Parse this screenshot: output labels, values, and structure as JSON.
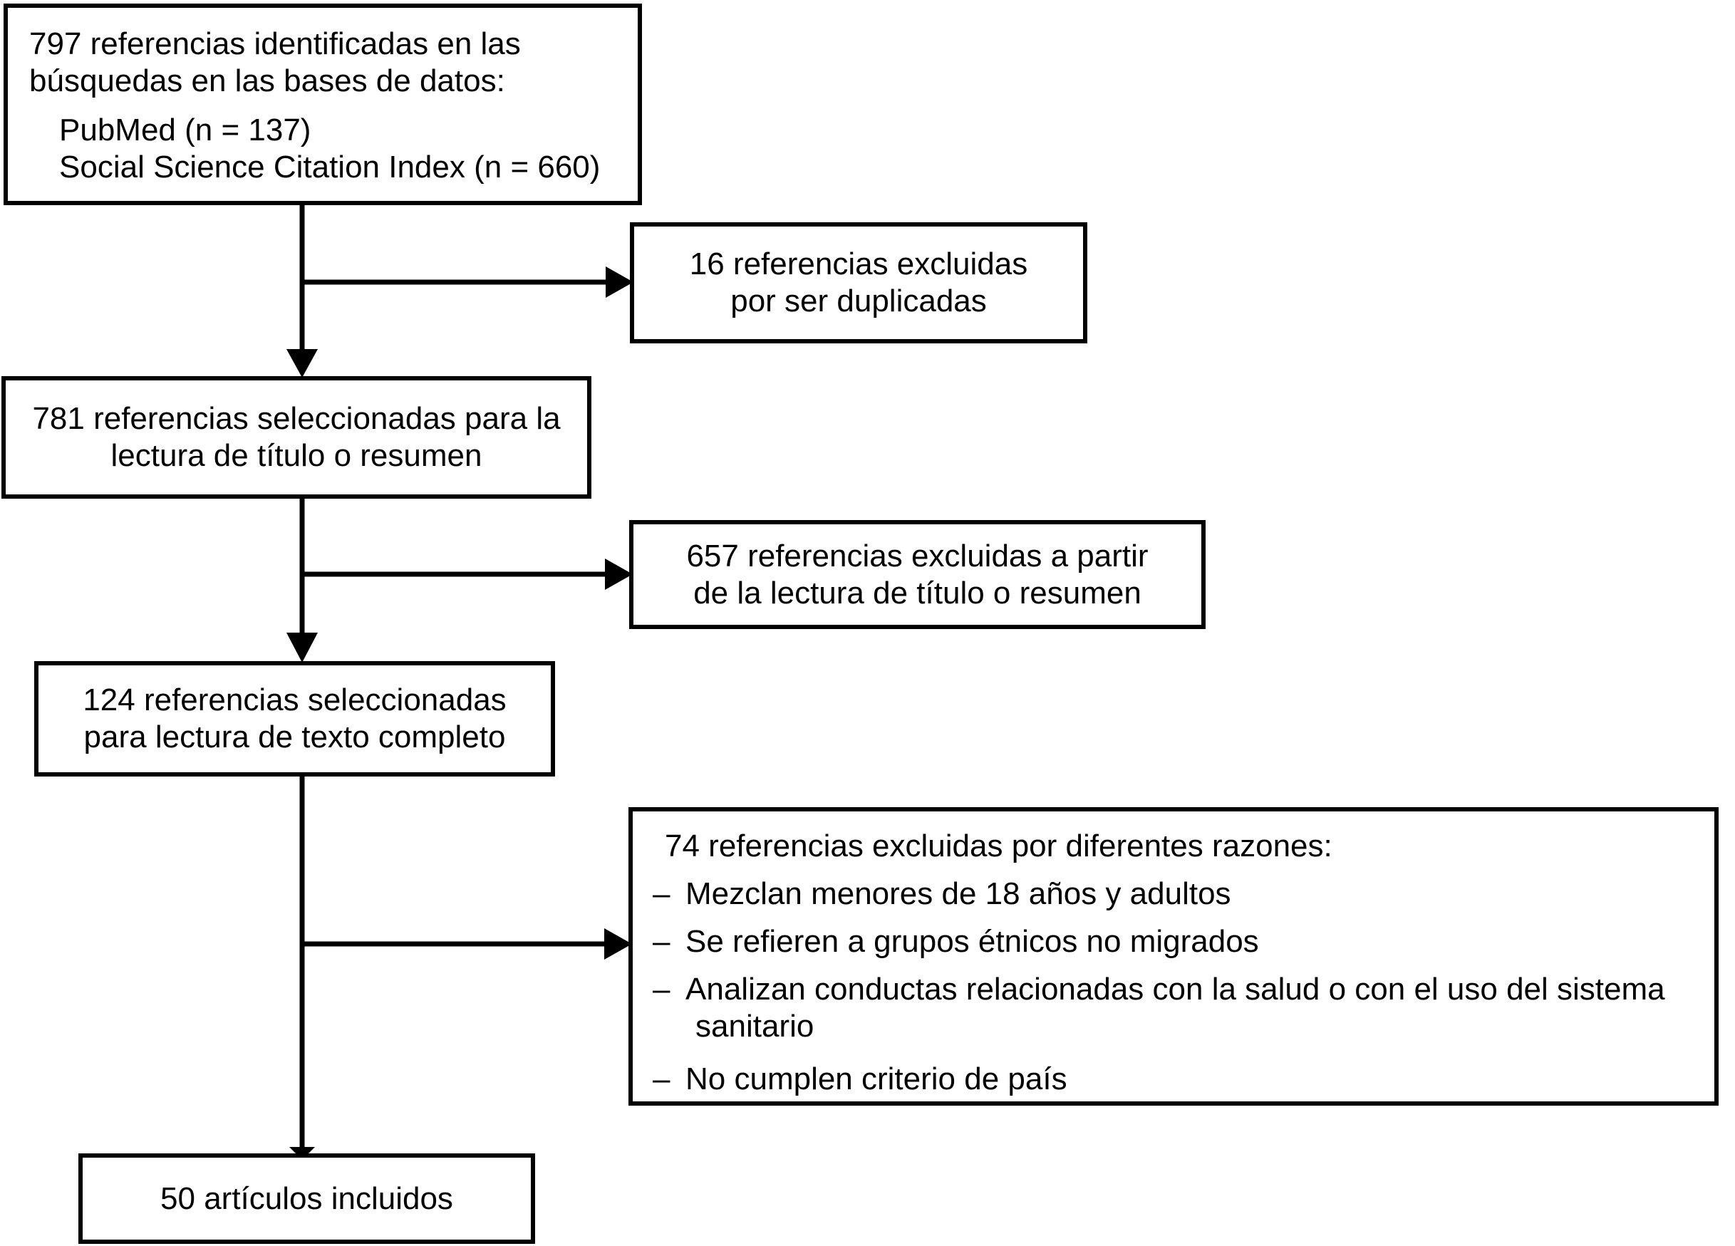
{
  "flow": {
    "identified": {
      "lines": [
        "797 referencias identificadas en las",
        "búsquedas en las bases de datos:"
      ],
      "sources": [
        "PubMed (n = 137)",
        "Social Science Citation Index (n = 660)"
      ]
    },
    "excluded_duplicates": {
      "lines": [
        "16 referencias excluidas",
        "por ser duplicadas"
      ]
    },
    "screened": {
      "lines": [
        "781 referencias seleccionadas para la",
        "lectura de título o resumen"
      ]
    },
    "excluded_title_abstract": {
      "lines": [
        "657 referencias excluidas a partir",
        "de la lectura de título o resumen"
      ]
    },
    "fulltext": {
      "lines": [
        "124 referencias seleccionadas",
        "para lectura de texto completo"
      ]
    },
    "excluded_reasons": {
      "heading": "74 referencias excluidas por diferentes razones:",
      "items": [
        {
          "bullet": "–",
          "lines": [
            "Mezclan menores de 18 años y adultos"
          ]
        },
        {
          "bullet": "–",
          "lines": [
            "Se refieren a grupos étnicos no migrados"
          ]
        },
        {
          "bullet": "–",
          "lines": [
            "Analizan conductas relacionadas con la salud o con el uso del sistema",
            "sanitario"
          ]
        },
        {
          "bullet": "–",
          "lines": [
            "No cumplen criterio de país"
          ]
        }
      ]
    },
    "included": {
      "text": "50 artículos incluidos"
    },
    "colors": {
      "line": "#000000",
      "background": "#ffffff",
      "text": "#000000"
    }
  }
}
